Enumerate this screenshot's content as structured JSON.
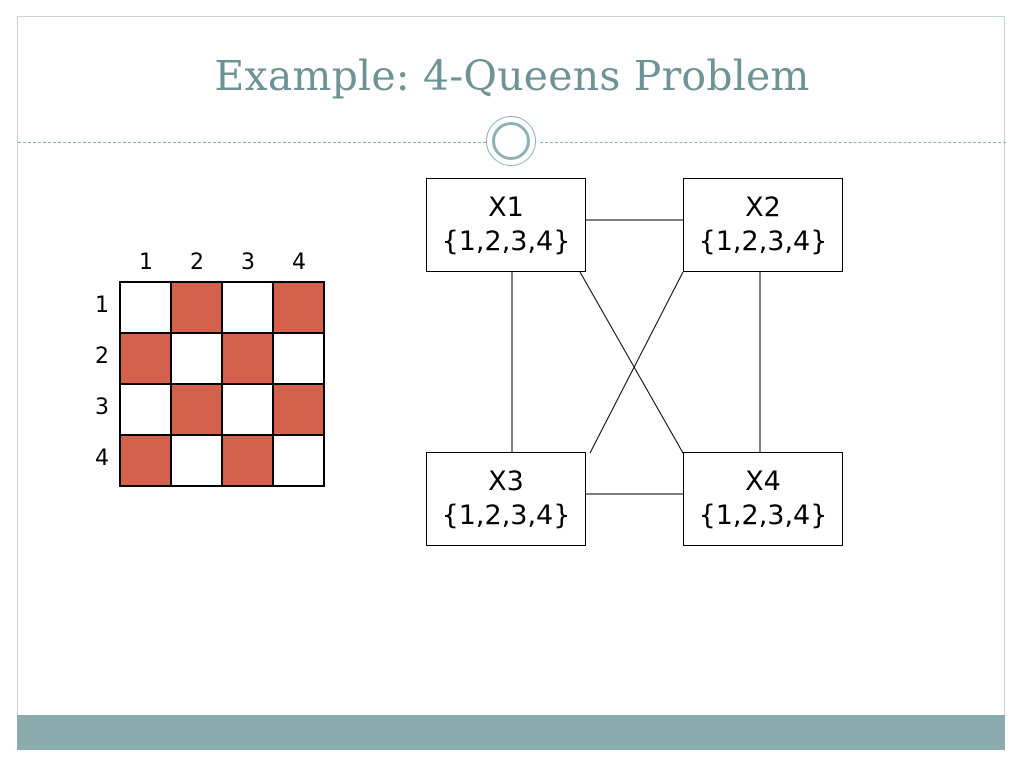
{
  "slide": {
    "title": "Example: 4-Queens Problem",
    "colors": {
      "accent": "#8aacaf",
      "title": "#6e9396",
      "board_dark": "#d4614b"
    }
  },
  "board": {
    "column_labels": [
      "1",
      "2",
      "3",
      "4"
    ],
    "row_labels": [
      "1",
      "2",
      "3",
      "4"
    ]
  },
  "graph": {
    "nodes": [
      {
        "id": "x1",
        "name": "X1",
        "domain": "{1,2,3,4}"
      },
      {
        "id": "x2",
        "name": "X2",
        "domain": "{1,2,3,4}"
      },
      {
        "id": "x3",
        "name": "X3",
        "domain": "{1,2,3,4}"
      },
      {
        "id": "x4",
        "name": "X4",
        "domain": "{1,2,3,4}"
      }
    ],
    "edges": [
      [
        "x1",
        "x2"
      ],
      [
        "x1",
        "x3"
      ],
      [
        "x1",
        "x4"
      ],
      [
        "x2",
        "x3"
      ],
      [
        "x2",
        "x4"
      ],
      [
        "x3",
        "x4"
      ]
    ]
  }
}
